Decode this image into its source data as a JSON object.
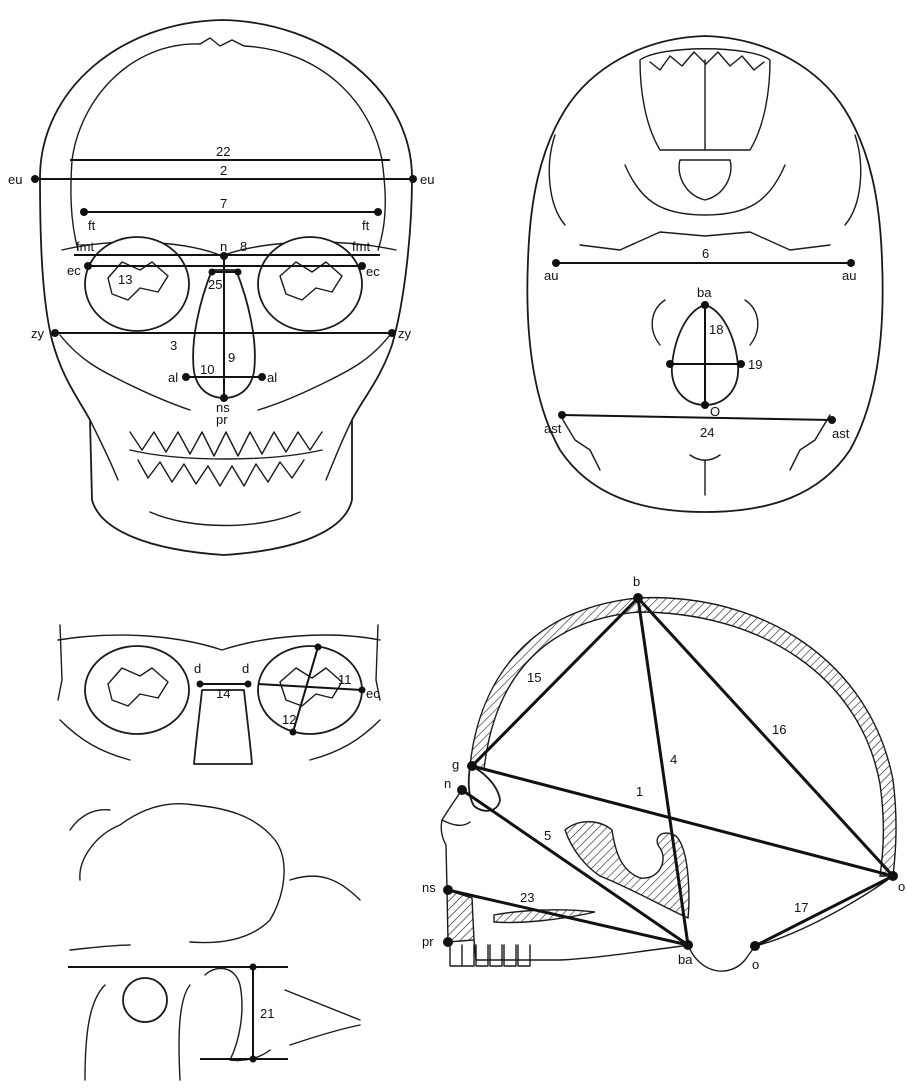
{
  "frontal": {
    "landmarks": {
      "eu_left": "eu",
      "eu_right": "eu",
      "ft_left": "ft",
      "ft_right": "ft",
      "fmt_left": "fmt",
      "fmt_right": "fmt",
      "ec_left": "ec",
      "ec_right": "ec",
      "n": "n",
      "zy_left": "zy",
      "zy_right": "zy",
      "al_left": "al",
      "al_right": "al",
      "ns": "ns",
      "pr": "pr"
    },
    "measurements": {
      "m22": "22",
      "m2": "2",
      "m7": "7",
      "m8": "8",
      "m13": "13",
      "m25": "25",
      "m3": "3",
      "m9": "9",
      "m10": "10"
    }
  },
  "basal": {
    "landmarks": {
      "au_left": "au",
      "au_right": "au",
      "ba": "ba",
      "o": "O",
      "ast_left": "ast",
      "ast_right": "ast"
    },
    "measurements": {
      "m6": "6",
      "m18": "18",
      "m19": "19",
      "m24": "24"
    }
  },
  "orbits": {
    "landmarks": {
      "d_left": "d",
      "d_right": "d",
      "ec": "ec"
    },
    "measurements": {
      "m14": "14",
      "m11": "11",
      "m12": "12"
    }
  },
  "mastoid": {
    "measurements": {
      "m21": "21"
    }
  },
  "lateral": {
    "landmarks": {
      "b": "b",
      "g": "g",
      "n": "n",
      "ns": "ns",
      "pr": "pr",
      "ba": "ba",
      "o_upper": "o",
      "o_lower": "o"
    },
    "measurements": {
      "m15": "15",
      "m4": "4",
      "m16": "16",
      "m1": "1",
      "m5": "5",
      "m23": "23",
      "m17": "17"
    }
  }
}
